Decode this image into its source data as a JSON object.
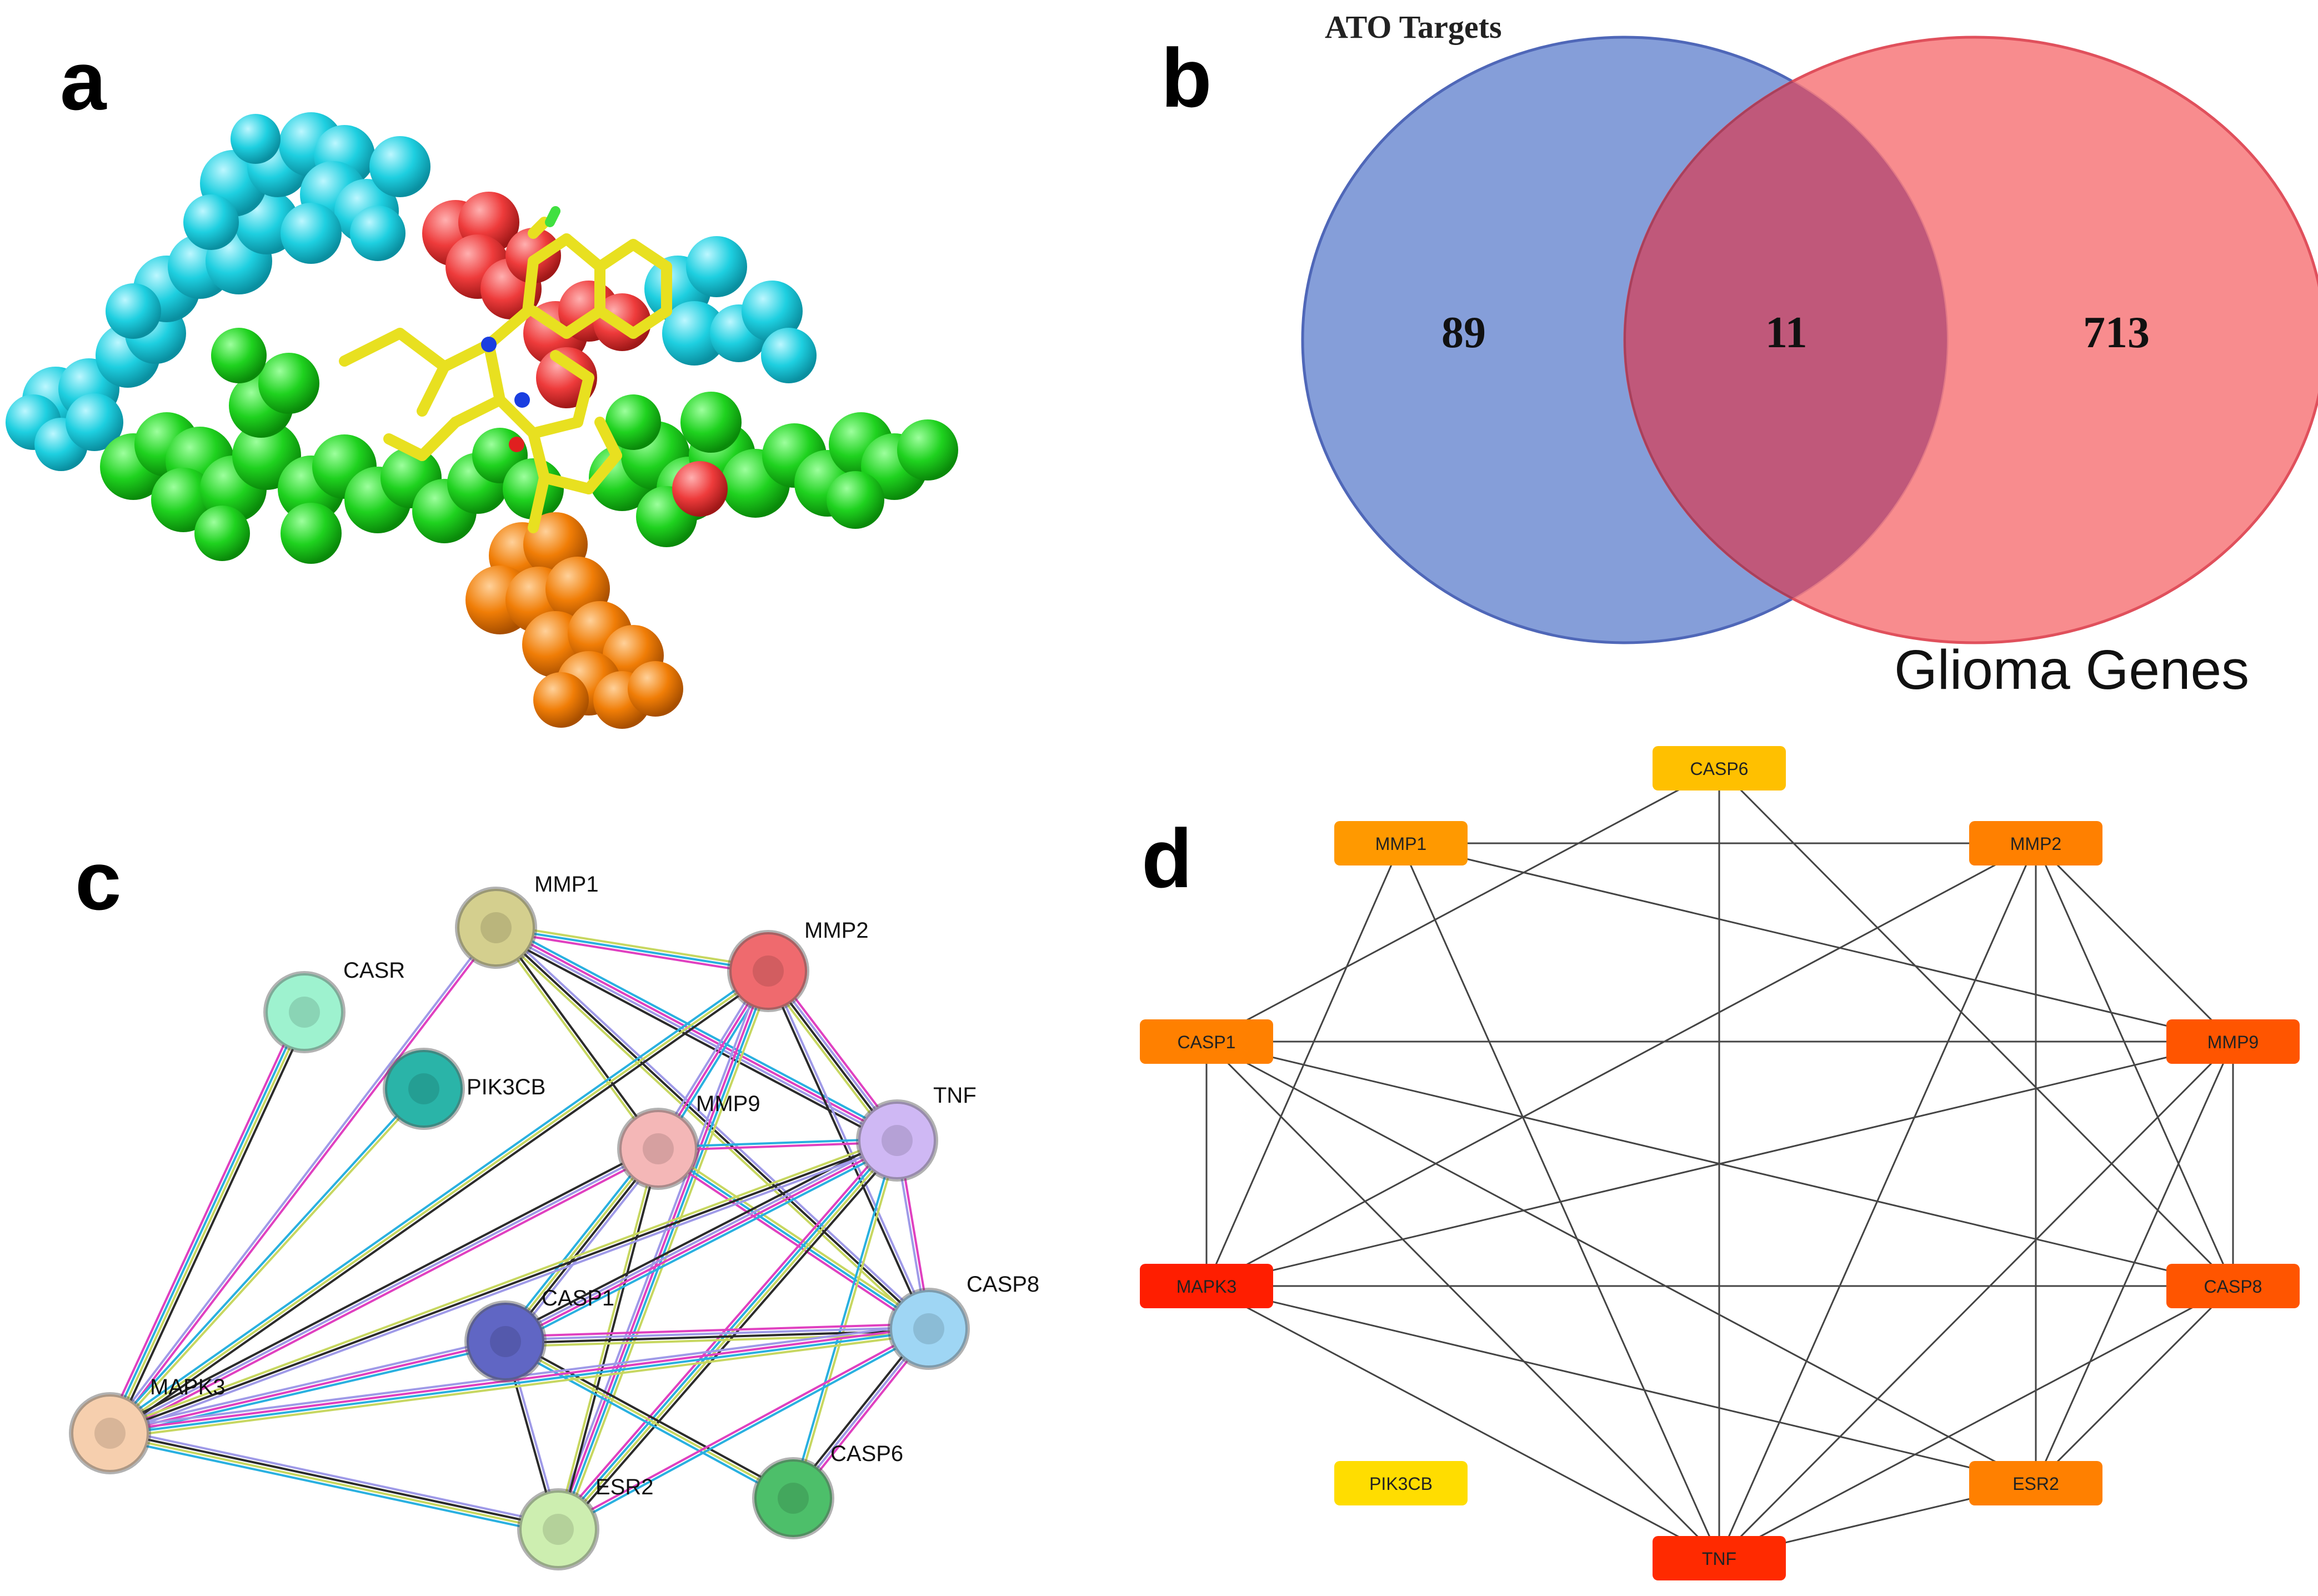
{
  "panels": {
    "a": "a",
    "b": "b",
    "c": "c",
    "d": "d"
  },
  "venn": {
    "left_title": "ATO Targets",
    "right_title": "Glioma Genes",
    "left_only": "89",
    "overlap": "11",
    "right_only": "713",
    "left_color": "#7b96d6",
    "right_color": "#f77c7e",
    "overlap_color": "#c0587a"
  },
  "string_network": {
    "nodes": [
      {
        "id": "MMP1",
        "label": "MMP1",
        "color": "#d4cf8e"
      },
      {
        "id": "MMP2",
        "label": "MMP2",
        "color": "#ef6a6e"
      },
      {
        "id": "CASR",
        "label": "CASR",
        "color": "#9ef2cf"
      },
      {
        "id": "PIK3CB",
        "label": "PIK3CB",
        "color": "#2ab4a8"
      },
      {
        "id": "MMP9",
        "label": "MMP9",
        "color": "#f4b7b7"
      },
      {
        "id": "TNF",
        "label": "TNF",
        "color": "#cfb8f4"
      },
      {
        "id": "CASP1",
        "label": "CASP1",
        "color": "#6066c4"
      },
      {
        "id": "CASP8",
        "label": "CASP8",
        "color": "#9fd6f4"
      },
      {
        "id": "MAPK3",
        "label": "MAPK3",
        "color": "#f6cfae"
      },
      {
        "id": "ESR2",
        "label": "ESR2",
        "color": "#cdeeb0"
      },
      {
        "id": "CASP6",
        "label": "CASP6",
        "color": "#4dbf6a"
      }
    ],
    "edges": [
      [
        "MMP1",
        "MMP9"
      ],
      [
        "MMP1",
        "MMP2"
      ],
      [
        "MMP1",
        "TNF"
      ],
      [
        "MMP1",
        "MAPK3"
      ],
      [
        "MMP1",
        "CASP8"
      ],
      [
        "CASR",
        "MAPK3"
      ],
      [
        "PIK3CB",
        "MAPK3"
      ],
      [
        "MMP2",
        "MMP9"
      ],
      [
        "MMP2",
        "TNF"
      ],
      [
        "MMP2",
        "CASP8"
      ],
      [
        "MMP2",
        "MAPK3"
      ],
      [
        "MMP2",
        "ESR2"
      ],
      [
        "MMP9",
        "TNF"
      ],
      [
        "MMP9",
        "MAPK3"
      ],
      [
        "MMP9",
        "CASP1"
      ],
      [
        "MMP9",
        "ESR2"
      ],
      [
        "MMP9",
        "CASP8"
      ],
      [
        "TNF",
        "CASP1"
      ],
      [
        "TNF",
        "CASP8"
      ],
      [
        "TNF",
        "MAPK3"
      ],
      [
        "TNF",
        "ESR2"
      ],
      [
        "TNF",
        "CASP6"
      ],
      [
        "CASP1",
        "MAPK3"
      ],
      [
        "CASP1",
        "CASP8"
      ],
      [
        "CASP1",
        "ESR2"
      ],
      [
        "CASP1",
        "CASP6"
      ],
      [
        "CASP8",
        "MAPK3"
      ],
      [
        "CASP8",
        "ESR2"
      ],
      [
        "CASP8",
        "CASP6"
      ],
      [
        "MAPK3",
        "ESR2"
      ]
    ]
  },
  "cytoscape_network": {
    "nodes": [
      {
        "id": "CASP6",
        "label": "CASP6",
        "color": "#ffc000"
      },
      {
        "id": "MMP1",
        "label": "MMP1",
        "color": "#ff9900"
      },
      {
        "id": "MMP2",
        "label": "MMP2",
        "color": "#ff8000"
      },
      {
        "id": "CASP1",
        "label": "CASP1",
        "color": "#ff8000"
      },
      {
        "id": "MMP9",
        "label": "MMP9",
        "color": "#ff5500"
      },
      {
        "id": "MAPK3",
        "label": "MAPK3",
        "color": "#ff1e00"
      },
      {
        "id": "CASP8",
        "label": "CASP8",
        "color": "#ff5500"
      },
      {
        "id": "PIK3CB",
        "label": "PIK3CB",
        "color": "#ffdd00"
      },
      {
        "id": "ESR2",
        "label": "ESR2",
        "color": "#ff8000"
      },
      {
        "id": "TNF",
        "label": "TNF",
        "color": "#ff2a00"
      }
    ],
    "edges": [
      [
        "CASP6",
        "CASP1"
      ],
      [
        "CASP6",
        "TNF"
      ],
      [
        "CASP6",
        "CASP8"
      ],
      [
        "MMP1",
        "MMP2"
      ],
      [
        "MMP1",
        "MAPK3"
      ],
      [
        "MMP1",
        "TNF"
      ],
      [
        "MMP1",
        "MMP9"
      ],
      [
        "MMP2",
        "MAPK3"
      ],
      [
        "MMP2",
        "TNF"
      ],
      [
        "MMP2",
        "MMP9"
      ],
      [
        "MMP2",
        "CASP8"
      ],
      [
        "MMP2",
        "ESR2"
      ],
      [
        "CASP1",
        "MMP9"
      ],
      [
        "CASP1",
        "MAPK3"
      ],
      [
        "CASP1",
        "CASP8"
      ],
      [
        "CASP1",
        "TNF"
      ],
      [
        "CASP1",
        "ESR2"
      ],
      [
        "MMP9",
        "MAPK3"
      ],
      [
        "MMP9",
        "CASP8"
      ],
      [
        "MMP9",
        "ESR2"
      ],
      [
        "MMP9",
        "TNF"
      ],
      [
        "MAPK3",
        "CASP8"
      ],
      [
        "MAPK3",
        "ESR2"
      ],
      [
        "MAPK3",
        "TNF"
      ],
      [
        "CASP8",
        "ESR2"
      ],
      [
        "CASP8",
        "TNF"
      ],
      [
        "ESR2",
        "TNF"
      ]
    ]
  }
}
